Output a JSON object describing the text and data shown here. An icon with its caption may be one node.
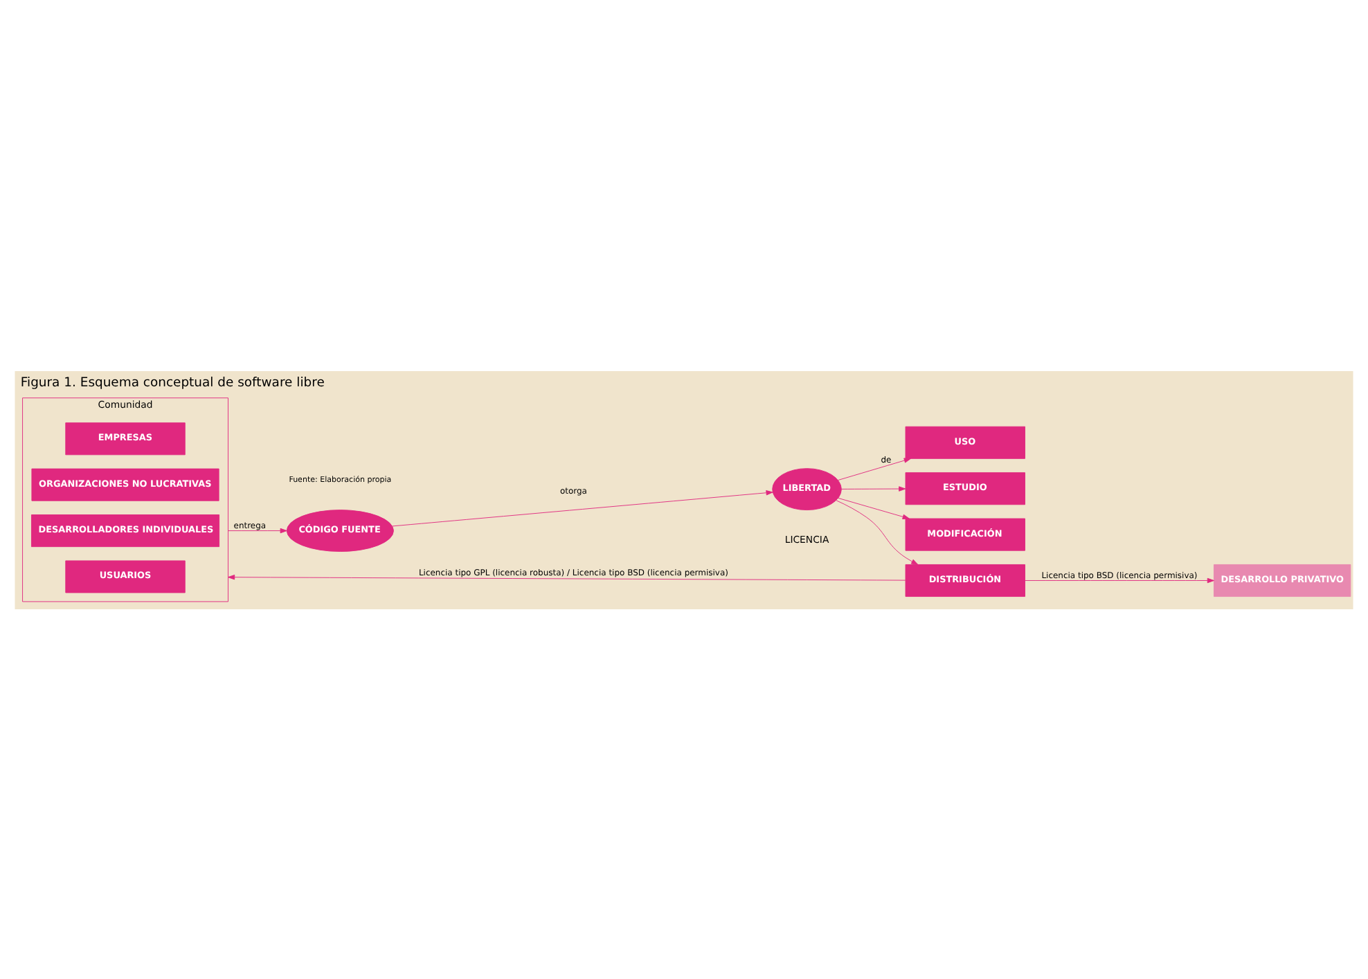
{
  "diagram": {
    "title": "Figura 1. Esquema conceptual de software libre",
    "caption": "Fuente: Elaboración propia",
    "nodes": [
      {
        "text": [
          "Comunidad"
        ]
      },
      {
        "text": [
          "EMPRESAS"
        ],
        "in": 0
      },
      {
        "text": [
          "ORGANIZACIONES NO LUCRATIVAS"
        ],
        "in": 0
      },
      {
        "text": [
          "DESARROLLADORES INDIVIDUALES"
        ],
        "in": 0
      },
      {
        "text": [
          "USUARIOS"
        ],
        "in": 0
      },
      {
        "text": [
          "CÓDIGO FUENTE"
        ]
      },
      {
        "text": [
          "LIBERTAD"
        ]
      },
      {
        "text": [
          "USO"
        ]
      },
      {
        "text": [
          "ESTUDIO"
        ]
      },
      {
        "text": [
          "MODIFICACIÓN"
        ]
      },
      {
        "text": [
          "DISTRIBUCIÓN"
        ]
      },
      {
        "text": [
          "DESARROLLO PRIVATIVO"
        ]
      }
    ],
    "edges": [
      {
        "from": 0,
        "to": 5,
        "arrow": "to",
        "label": "entrega"
      },
      {
        "from": 5,
        "to": 6,
        "arrow": "to",
        "label": "otorga"
      },
      {
        "from": 6,
        "to": 7,
        "arrow": "to",
        "label": "de"
      },
      {
        "from": 6,
        "to": 8,
        "arrow": "to"
      },
      {
        "from": 6,
        "to": 9,
        "arrow": "to"
      },
      {
        "from": 6,
        "to": 10,
        "arrow": "to"
      },
      {
        "from": 10,
        "to": 0,
        "arrow": "to",
        "label": "Licencia tipo GPL (licencia robusta) / Licencia tipo BSD (licencia permisiva)"
      },
      {
        "from": 10,
        "to": 11,
        "arrow": "to",
        "label": "Licencia tipo BSD (licencia permisiva)"
      }
    ],
    "labels": [
      "LICENCIA"
    ]
  }
}
